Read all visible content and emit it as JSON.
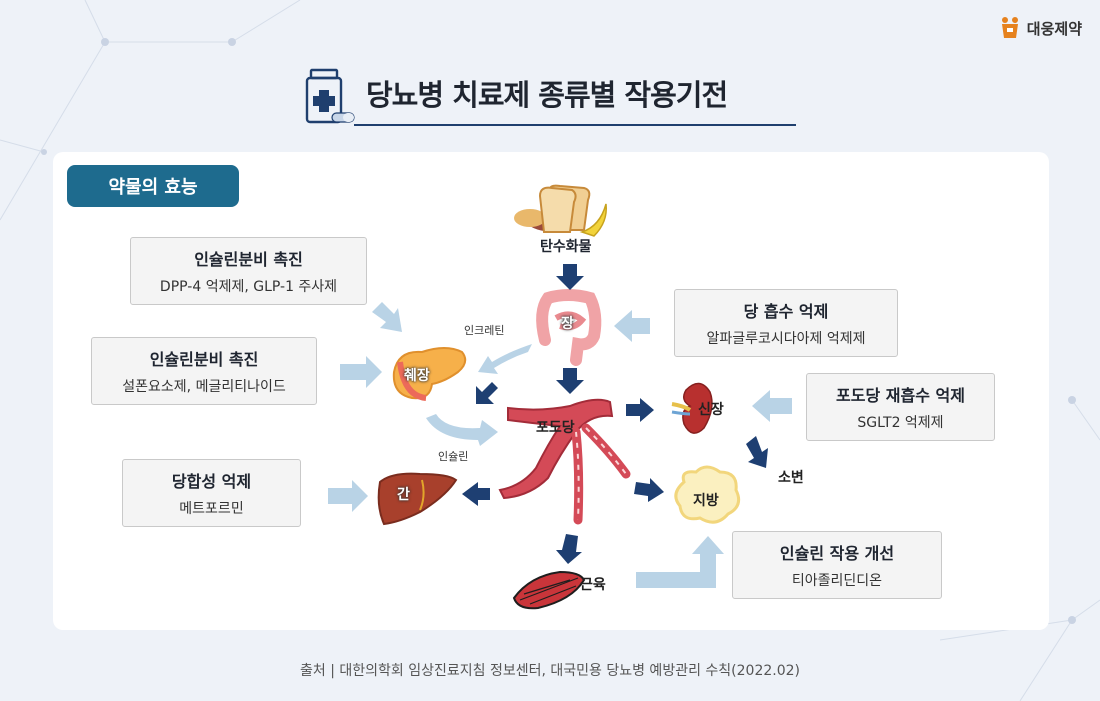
{
  "brand": {
    "name": "대웅제약"
  },
  "title": "당뇨병 치료제 종류별 작용기전",
  "section_label": "약물의 효능",
  "effects": [
    {
      "id": "insulin-secretion-1",
      "heading": "인슐린분비 촉진",
      "drugs": "DPP-4 억제제, GLP-1 주사제"
    },
    {
      "id": "insulin-secretion-2",
      "heading": "인슐린분비 촉진",
      "drugs": "설폰요소제, 메글리티나이드"
    },
    {
      "id": "gluconeogenesis",
      "heading": "당합성 억제",
      "drugs": "메트포르민"
    },
    {
      "id": "sugar-absorption",
      "heading": "당 흡수 억제",
      "drugs": "알파글루코시다아제 억제제"
    },
    {
      "id": "glucose-reabsorption",
      "heading": "포도당 재흡수 억제",
      "drugs": "SGLT2 억제제"
    },
    {
      "id": "insulin-action",
      "heading": "인슐린 작용 개선",
      "drugs": "티아졸리딘디온"
    }
  ],
  "nodes": {
    "carbs": "탄수화물",
    "intestine": "장",
    "pancreas": "췌장",
    "glucose": "포도당",
    "kidney": "신장",
    "liver": "간",
    "fat": "지방",
    "muscle": "근육",
    "urine": "소변"
  },
  "edge_labels": {
    "incretin": "인크레틴",
    "insulin": "인슐린"
  },
  "colors": {
    "arrow_dark": "#1e3f72",
    "arrow_light": "#b9d3e6",
    "accent": "#1e6b8e",
    "vessel": "#cf4150"
  },
  "footer": "출처 | 대한의학회 임상진료지침 정보센터, 대국민용 당뇨병 예방관리 수칙(2022.02)"
}
